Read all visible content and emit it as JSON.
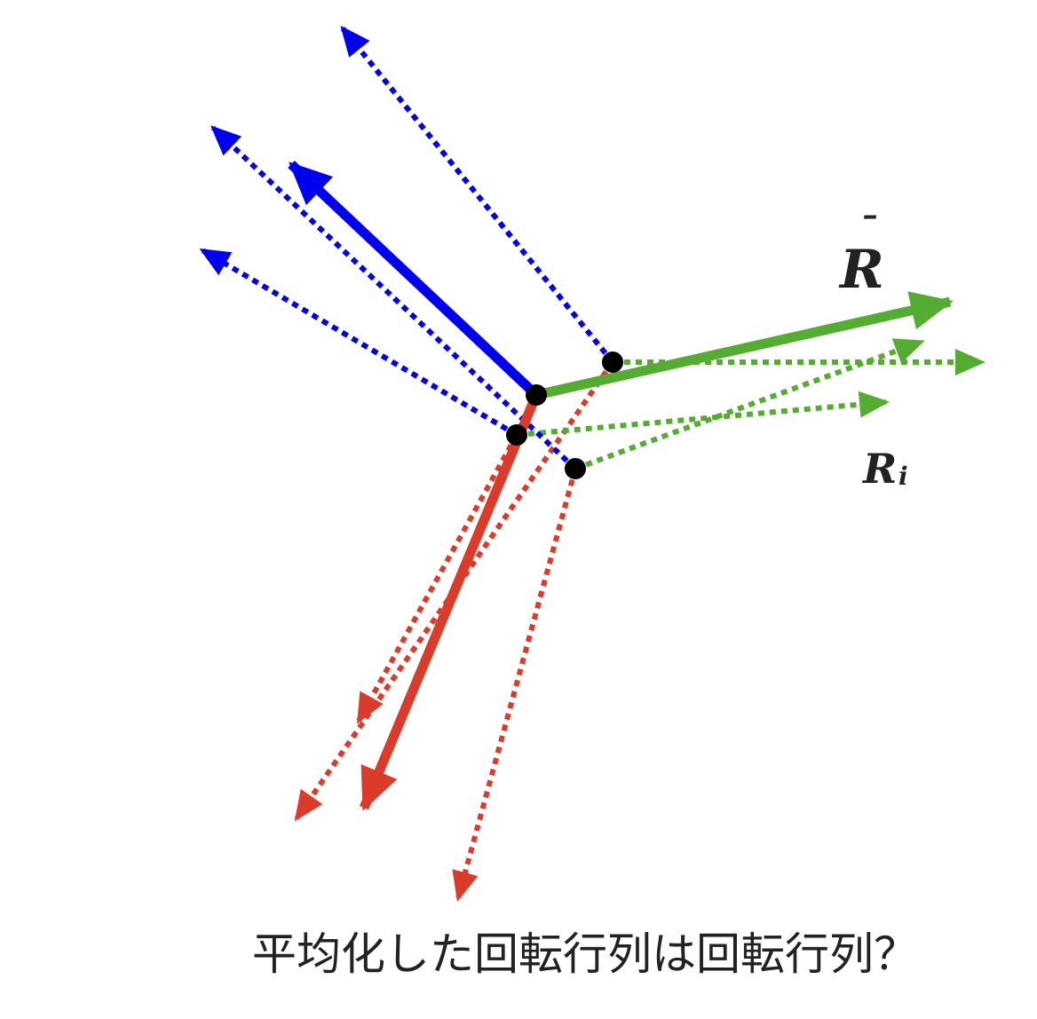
{
  "diagram": {
    "labels": {
      "mean_rotation": "R",
      "mean_rotation_accent": "¯",
      "sample_rotation": "R",
      "sample_rotation_subscript": "i"
    },
    "caption": "平均化した回転行列は回転行列？"
  },
  "colors": {
    "x_axis": "#55ac32",
    "y_axis": "#0000ee",
    "z_axis": "#dd3b2a",
    "origin_marker": "#000000",
    "label_text": "#222222"
  }
}
